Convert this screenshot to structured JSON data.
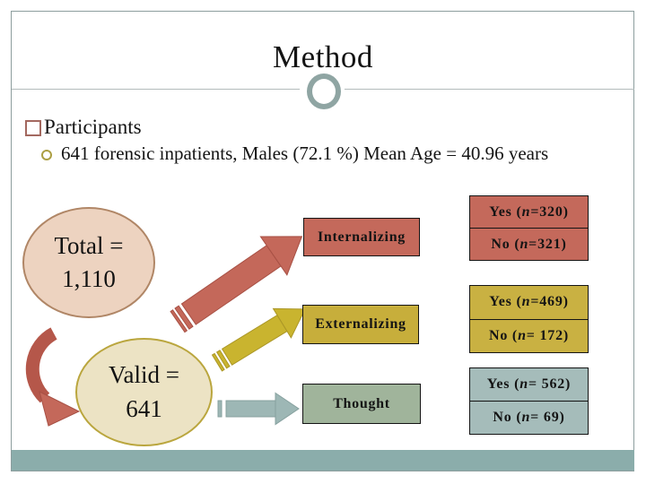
{
  "title": "Method",
  "participants": {
    "heading": "Participants",
    "detail": "641 forensic inpatients, Males (72.1 %) Mean Age = 40.96 years"
  },
  "diagram": {
    "total": {
      "line1": "Total =",
      "line2": "1,110"
    },
    "valid": {
      "line1": "Valid =",
      "line2": "641"
    },
    "categories": [
      {
        "label": "Internalizing",
        "color": "#c4695b"
      },
      {
        "label": "Externalizing",
        "color": "#c7ae3b"
      },
      {
        "label": "Thought",
        "color": "#a0b49b"
      }
    ],
    "results": [
      {
        "category": "Internalizing",
        "color": "#c4695b",
        "cells": [
          {
            "pre": "Yes (",
            "var": "n",
            "post": " =320)"
          },
          {
            "pre": "No (",
            "var": "n",
            "post": " =321)"
          }
        ]
      },
      {
        "category": "Externalizing",
        "color": "#c9b142",
        "cells": [
          {
            "pre": "Yes (",
            "var": "n",
            "post": " =469)"
          },
          {
            "pre": "No (",
            "var": "n",
            "post": " = 172)"
          }
        ]
      },
      {
        "category": "Thought",
        "color": "#a5bcba",
        "cells": [
          {
            "pre": "Yes (",
            "var": "n",
            "post": " = 562)"
          },
          {
            "pre": "No (",
            "var": "n",
            "post": " = 69)"
          }
        ]
      }
    ]
  },
  "colors": {
    "accent_red": "#c4695b",
    "accent_gold": "#c7ae3b",
    "accent_green": "#a0b49b",
    "accent_teal": "#a5bcba",
    "footer_band": "#8badab",
    "total_ellipse_fill": "#edd3c0",
    "valid_ellipse_fill": "#ece3c4",
    "frame_border": "#8d9e9e"
  }
}
